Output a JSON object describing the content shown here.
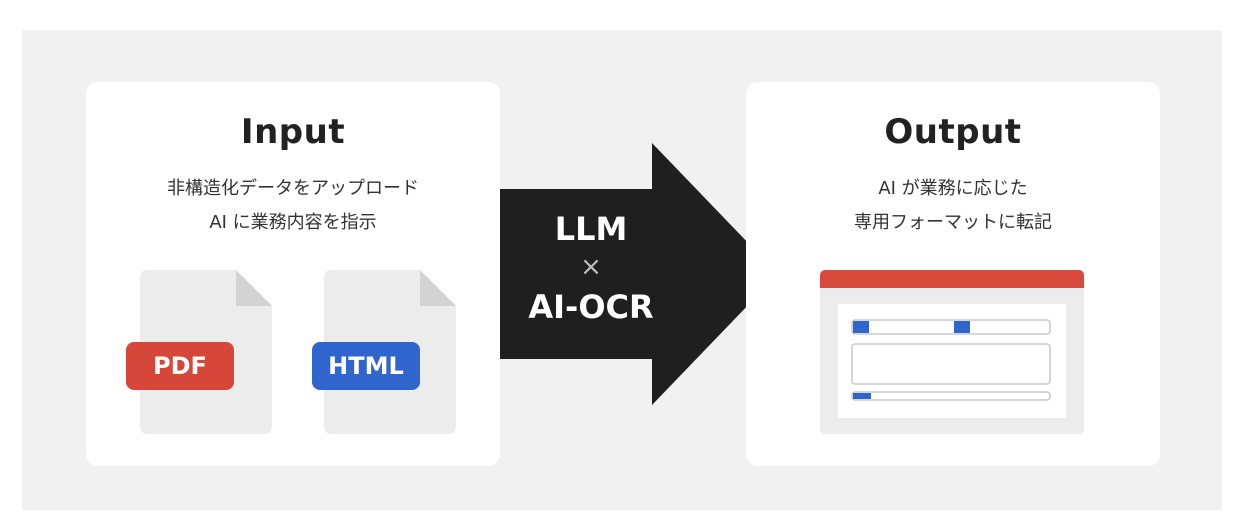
{
  "input": {
    "title": "Input",
    "line1": "非構造化データをアップロード",
    "line2": "AI に業務内容を指示",
    "files": [
      {
        "label": "PDF",
        "color": "#d6473a"
      },
      {
        "label": "HTML",
        "color": "#2f65cc"
      }
    ]
  },
  "arrow": {
    "line1": "LLM",
    "symbol": "×",
    "line2": "AI-OCR"
  },
  "output": {
    "title": "Output",
    "line1": "AI が業務に応じた",
    "line2": "専用フォーマットに転記"
  },
  "colors": {
    "background": "#f1f1f1",
    "arrow": "#1f1f1f",
    "form_header": "#d94a3d",
    "form_accent": "#2f65cc"
  }
}
